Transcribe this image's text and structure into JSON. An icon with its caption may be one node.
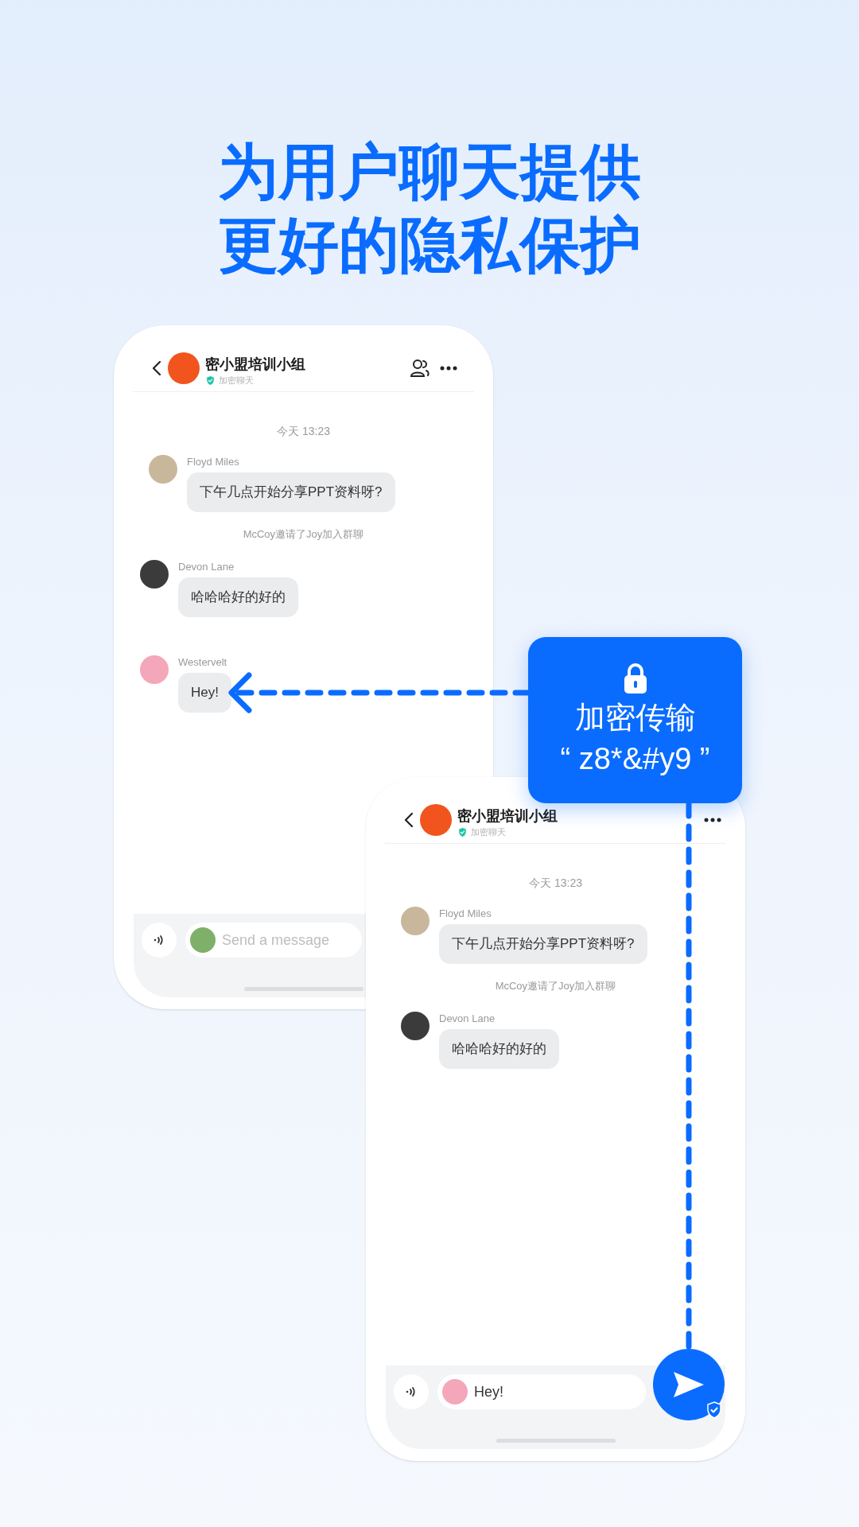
{
  "diagram": {
    "title": "为用户聊天提供更好的隐私保护",
    "nodes": [
      {
        "text": [],
        "shape": "box"
      },
      {
        "text": [
          "下午几点开始分享PPT资料呀?"
        ],
        "in": 0,
        "beside": [
          "Floyd Miles"
        ]
      },
      {
        "text": [
          "哈哈哈好的好的"
        ],
        "in": 0,
        "beside": [
          "Devon Lane"
        ]
      },
      {
        "text": [
          "Hey!"
        ],
        "in": 0,
        "beside": [
          "Westervelt"
        ]
      },
      {
        "text": [
          "Send a message"
        ],
        "in": 0
      },
      {
        "text": [],
        "shape": "box"
      },
      {
        "text": [
          "下午几点开始分享PPT资料呀?"
        ],
        "in": 5,
        "beside": [
          "Floyd Miles"
        ]
      },
      {
        "text": [
          "哈哈哈好的好的"
        ],
        "in": 5,
        "beside": [
          "Devon Lane"
        ]
      },
      {
        "text": [
          "Hey!"
        ],
        "in": 5
      },
      {
        "text": [
          "加密传输",
          "“ z8*&#y9 ”"
        ]
      },
      {
        "text": [],
        "shape": "circle",
        "in": 5
      }
    ],
    "edges": [
      {
        "from": 9,
        "to": 3,
        "arrow": "to",
        "style": "dashed"
      },
      {
        "from": 9,
        "to": 10,
        "arrow": "none",
        "style": "dashed"
      }
    ],
    "labels": [
      "密小盟培训小组",
      "加密聊天",
      "今天 13:23",
      "McCoy邀请了Joy加入群聊",
      "密小盟培训小组",
      "加密聊天",
      "今天 13:23",
      "McCoy邀请了Joy加入群聊"
    ]
  }
}
